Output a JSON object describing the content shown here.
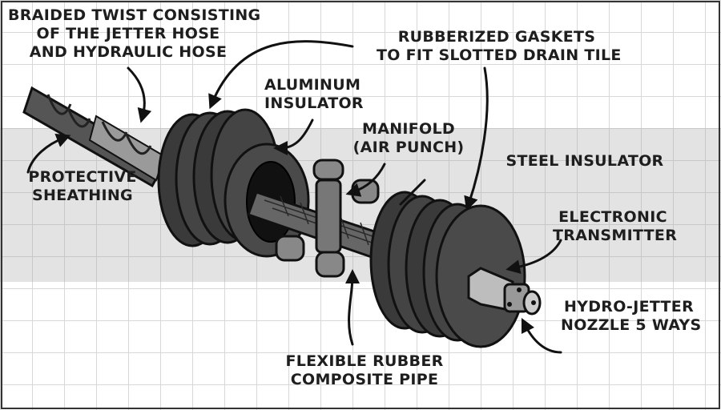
{
  "labels": {
    "braided": [
      "BRAIDED TWIST CONSISTING",
      "OF THE JETTER HOSE",
      "AND HYDRAULIC HOSE"
    ],
    "sheathing": [
      "PROTECTIVE",
      "SHEATHING"
    ],
    "aluminum": [
      "ALUMINUM",
      "INSULATOR"
    ],
    "manifold": [
      "MANIFOLD",
      "(AIR PUNCH)"
    ],
    "gaskets": [
      "RUBBERIZED GASKETS",
      "TO FIT SLOTTED DRAIN TILE"
    ],
    "steel": [
      "STEEL INSULATOR"
    ],
    "transmitter": [
      "ELECTRONIC",
      "TRANSMITTER"
    ],
    "nozzle": [
      "HYDRO-JETTER",
      "NOZZLE 5 WAYS"
    ],
    "pipe": [
      "FLEXIBLE RUBBER",
      "COMPOSITE PIPE"
    ]
  }
}
